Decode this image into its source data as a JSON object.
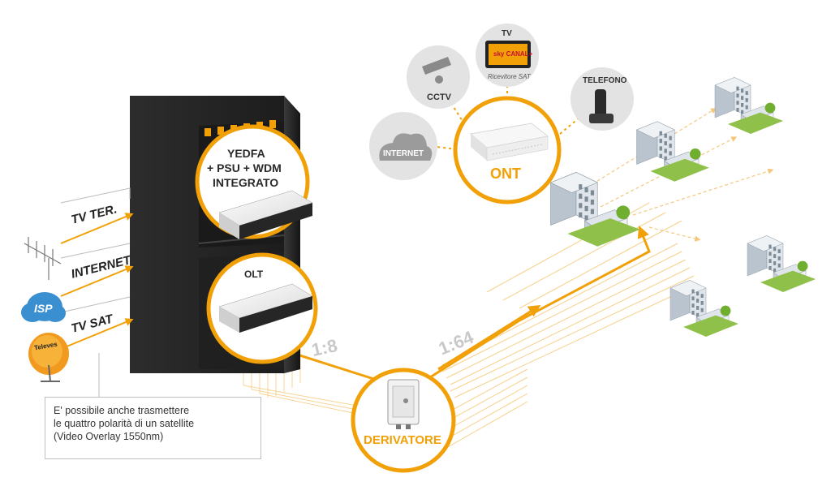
{
  "inputs": {
    "tv_ter": "TV TER.",
    "internet": "INTERNET",
    "tv_sat": "TV SAT",
    "isp_logo": "ISP",
    "televes_logo": "Televes"
  },
  "headend": {
    "module_top": [
      "YEDFA",
      "+ PSU + WDM",
      "INTEGRATO"
    ],
    "module_bottom": "OLT"
  },
  "ratios": {
    "first": "1:8",
    "second": "1:64"
  },
  "splitter": {
    "label": "DERIVATORE"
  },
  "ont": {
    "label": "ONT"
  },
  "services": {
    "cctv": "CCTV",
    "tv": "TV",
    "tv_sub": "Ricevitore SAT",
    "tv_logo": "sky CANAL+",
    "telefono": "TELEFONO",
    "internet": "INTERNET"
  },
  "note": {
    "lines": [
      "E' possibile anche trasmettere",
      "le quattro polarità di un satellite",
      "(Video Overlay  1550nm)"
    ]
  },
  "colors": {
    "accent": "#f2a007",
    "rack": "#262626",
    "circle_bg": "#ffffff",
    "service_circle": "#e3e3e3"
  }
}
